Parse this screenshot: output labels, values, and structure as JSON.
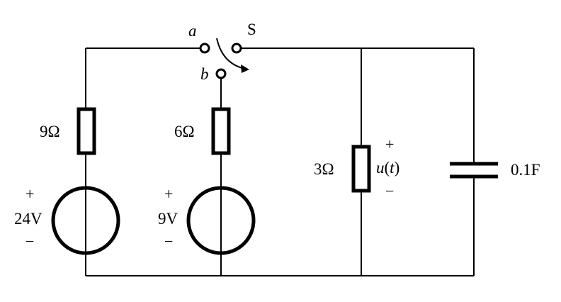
{
  "switch": {
    "name": "S",
    "terminal_a": "a",
    "terminal_b": "b"
  },
  "branches": {
    "left": {
      "resistor": "9Ω",
      "source": "24V",
      "plus": "+",
      "minus": "−"
    },
    "middle": {
      "resistor": "6Ω",
      "source": "9V",
      "plus": "+",
      "minus": "−"
    },
    "load": {
      "resistor": "3Ω",
      "voltage_func": "u",
      "voltage_open": "(",
      "voltage_var": "t",
      "voltage_close": ")",
      "plus": "+",
      "minus": "−"
    },
    "cap": {
      "value": "0.1F"
    }
  },
  "colors": {
    "line": "#000000",
    "background": "#ffffff"
  }
}
